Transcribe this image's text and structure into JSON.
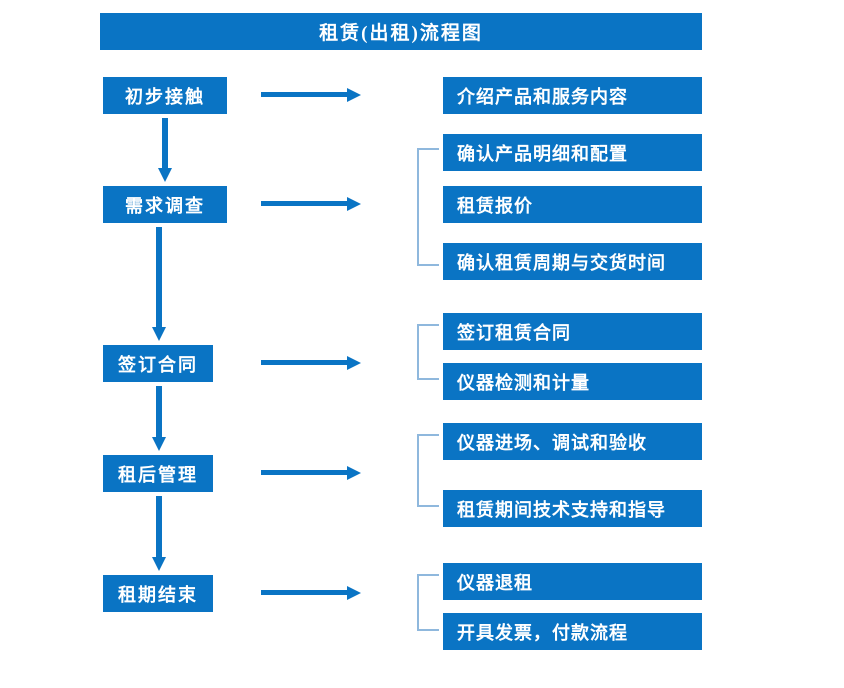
{
  "chart_data": {
    "type": "diagram",
    "title": "租赁(出租)流程图",
    "diagram_kind": "flowchart",
    "accent_color": "#0a74c4",
    "bracket_color": "#8fb8dd",
    "text_color": "#ffffff",
    "background": "#ffffff",
    "stages": [
      {
        "label": "初步接触",
        "details": [
          "介绍产品和服务内容"
        ],
        "bracketed": false
      },
      {
        "label": "需求调查",
        "details": [
          "确认产品明细和配置",
          "租赁报价",
          "确认租赁周期与交货时间"
        ],
        "bracketed": true
      },
      {
        "label": "签订合同",
        "details": [
          "签订租赁合同",
          "仪器检测和计量"
        ],
        "bracketed": true
      },
      {
        "label": "租后管理",
        "details": [
          "仪器进场、调试和验收",
          "租赁期间技术支持和指导"
        ],
        "bracketed": true
      },
      {
        "label": "租期结束",
        "details": [
          "仪器退租",
          "开具发票，付款流程"
        ],
        "bracketed": true
      }
    ],
    "flow_order": [
      "初步接触",
      "需求调查",
      "签订合同",
      "租后管理",
      "租期结束"
    ],
    "connector_arrows": {
      "vertical_count": 4,
      "horizontal_count": 5
    }
  },
  "header": {
    "title": "租赁(出租)流程图"
  },
  "stages": [
    {
      "label": "初步接触"
    },
    {
      "label": "需求调查"
    },
    {
      "label": "签订合同"
    },
    {
      "label": "租后管理"
    },
    {
      "label": "租期结束"
    }
  ],
  "details": [
    {
      "label": "介绍产品和服务内容"
    },
    {
      "label": "确认产品明细和配置"
    },
    {
      "label": "租赁报价"
    },
    {
      "label": "确认租赁周期与交货时间"
    },
    {
      "label": "签订租赁合同"
    },
    {
      "label": "仪器检测和计量"
    },
    {
      "label": "仪器进场、调试和验收"
    },
    {
      "label": "租赁期间技术支持和指导"
    },
    {
      "label": "仪器退租"
    },
    {
      "label": "开具发票，付款流程"
    }
  ]
}
